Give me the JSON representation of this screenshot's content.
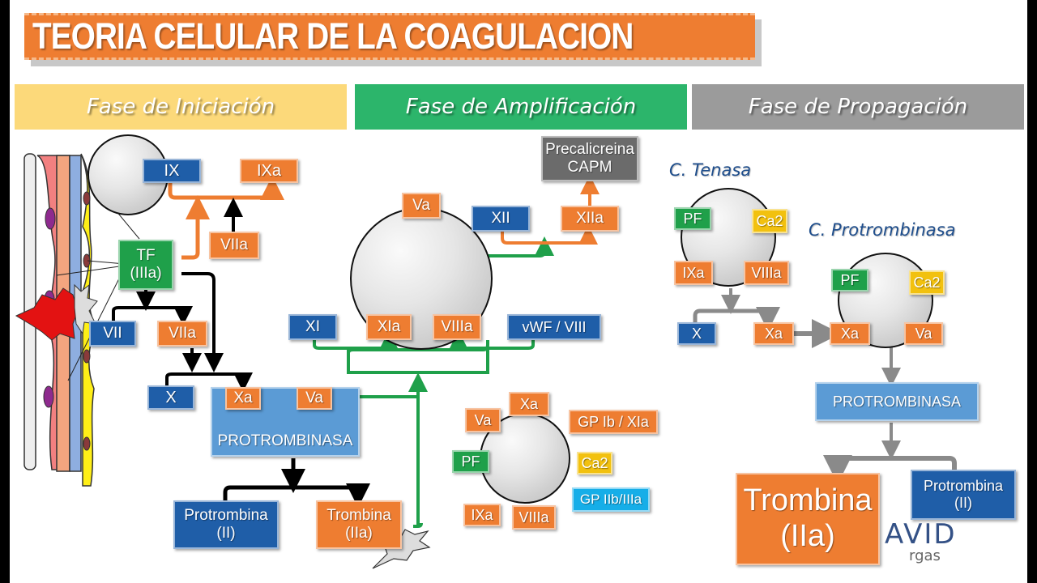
{
  "title": "TEORIA CELULAR DE LA COAGULACION",
  "phases": [
    {
      "label": "Fase de Iniciación",
      "color": "#fcd97a"
    },
    {
      "label": "Fase de Amplificación",
      "color": "#2cb56b"
    },
    {
      "label": "Fase de Propagación",
      "color": "#9b9b9b"
    }
  ],
  "initiation": {
    "IX": "IX",
    "IXa": "IXa",
    "VIIa_top": "VIIa",
    "TF": "TF\n(IIIa)",
    "TF_line1": "TF",
    "TF_line2": "(IIIa)",
    "VII": "VII",
    "VIIa": "VIIa",
    "X": "X",
    "Xa": "Xa",
    "Va": "Va",
    "protrombinasa": "PROTROMBINASA",
    "protrombina_line1": "Protrombina",
    "protrombina_line2": "(II)",
    "trombina_line1": "Trombina",
    "trombina_line2": "(IIa)"
  },
  "amplification": {
    "precalicreina_line1": "Precalicreina",
    "precalicreina_line2": "CAPM",
    "Va": "Va",
    "XII": "XII",
    "XIIa": "XIIa",
    "XI": "XI",
    "XIa": "XIa",
    "VIIIa": "VIIIa",
    "vWF": "vWF / VIII",
    "platelet": {
      "Va": "Va",
      "Xa": "Xa",
      "GPIb": "GP Ib / XIa",
      "PF": "PF",
      "Ca2": "Ca2",
      "GPIIb": "GP IIb/IIIa",
      "IXa": "IXa",
      "VIIIa": "VIIIa"
    }
  },
  "propagation": {
    "tenasa_label": "C. Tenasa",
    "tenasa": {
      "PF": "PF",
      "Ca2": "Ca2",
      "IXa": "IXa",
      "VIIIa": "VIIIa"
    },
    "protrombinasa_label": "C. Protrombinasa",
    "protrombinasa_complex": {
      "PF": "PF",
      "Ca2": "Ca2",
      "Xa": "Xa",
      "Va": "Va"
    },
    "X": "X",
    "Xa": "Xa",
    "protrombinasa": "PROTROMBINASA",
    "trombina_line1": "Trombina",
    "trombina_line2": "(IIa)",
    "protrombina_line1": "Protrombina",
    "protrombina_line2": "(II)"
  },
  "watermark": {
    "main": "AVID",
    "sub": "rgas"
  },
  "colors": {
    "blue": "#1f5ea8",
    "orange": "#ee7d31",
    "green": "#1fa04a",
    "yellow": "#f2c10f",
    "cyan": "#16aee8",
    "grey": "#6b6b6b",
    "lightblue": "#5b9bd5"
  }
}
